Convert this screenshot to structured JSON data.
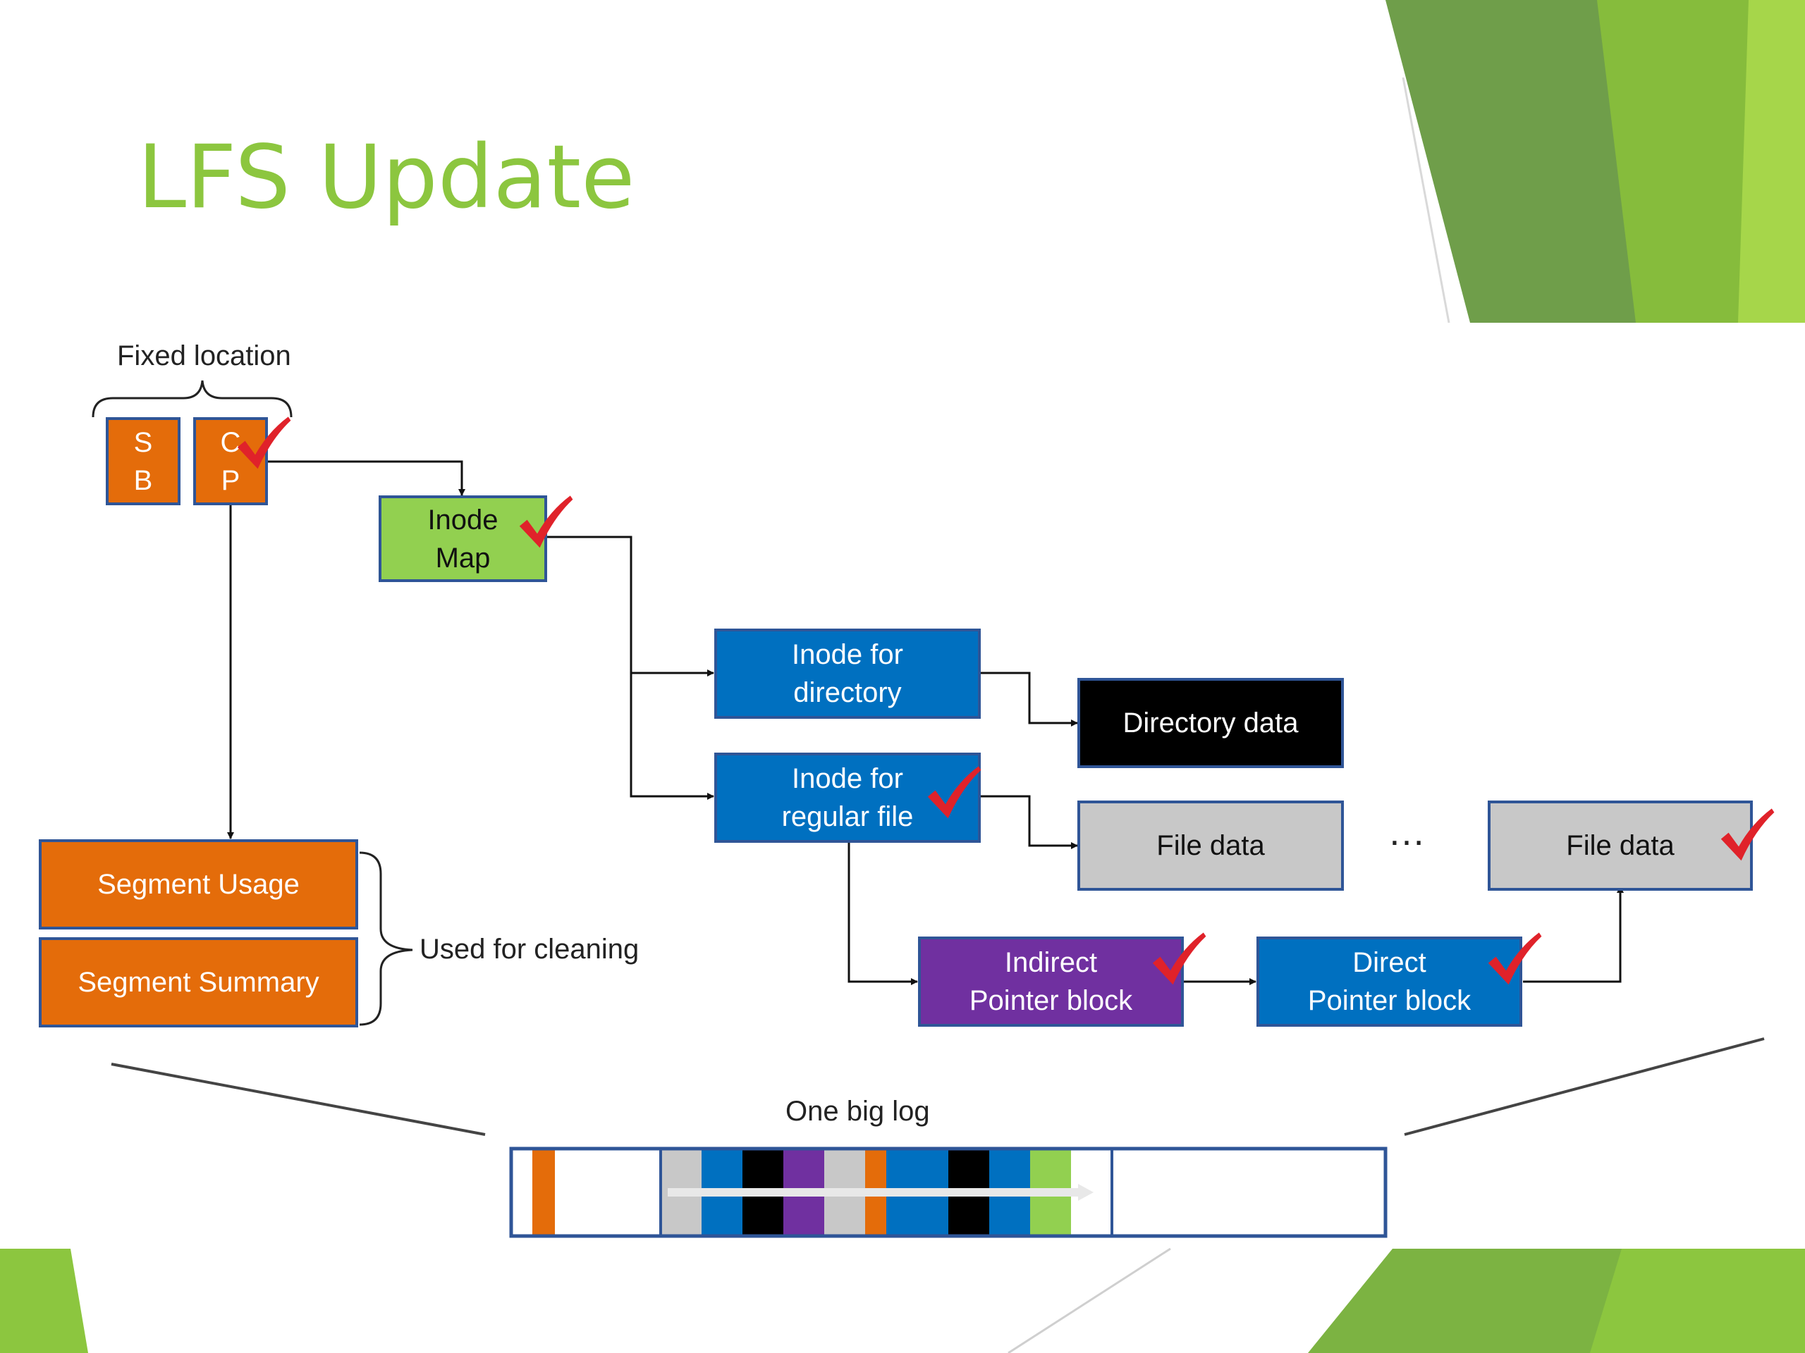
{
  "slide": {
    "title": "LFS Update"
  },
  "labels": {
    "fixed_location": "Fixed  location",
    "used_for_cleaning": "Used  for cleaning",
    "one_big_log": "One  big  log",
    "ellipsis": "…"
  },
  "boxes": {
    "sb": "S\nB",
    "cp": "C\nP",
    "inode_map": "Inode\nMap",
    "inode_dir": "Inode  for\ndirectory",
    "inode_file": "Inode  for\nregular  file",
    "dir_data": "Directory  data",
    "file_data_1": "File  data",
    "file_data_2": "File  data",
    "segment_usage": "Segment  Usage",
    "segment_summary": "Segment  Summary",
    "indirect": "Indirect\nPointer  block",
    "direct": "Direct\nPointer  block"
  },
  "icons": {
    "check": "check-mark-icon",
    "check_color": "#e0222a"
  },
  "colors": {
    "title": "#8cc63f",
    "orange": "#e46c0a",
    "green": "#92d050",
    "blue": "#0070c0",
    "purple": "#7030a0",
    "gray": "#c8c8c8",
    "black": "#000000",
    "border": "#2f5597"
  },
  "log_blocks": [
    "orange",
    "white",
    "gray",
    "blue",
    "black",
    "purple",
    "gray",
    "orange",
    "blue",
    "black",
    "blue",
    "green",
    "white"
  ]
}
